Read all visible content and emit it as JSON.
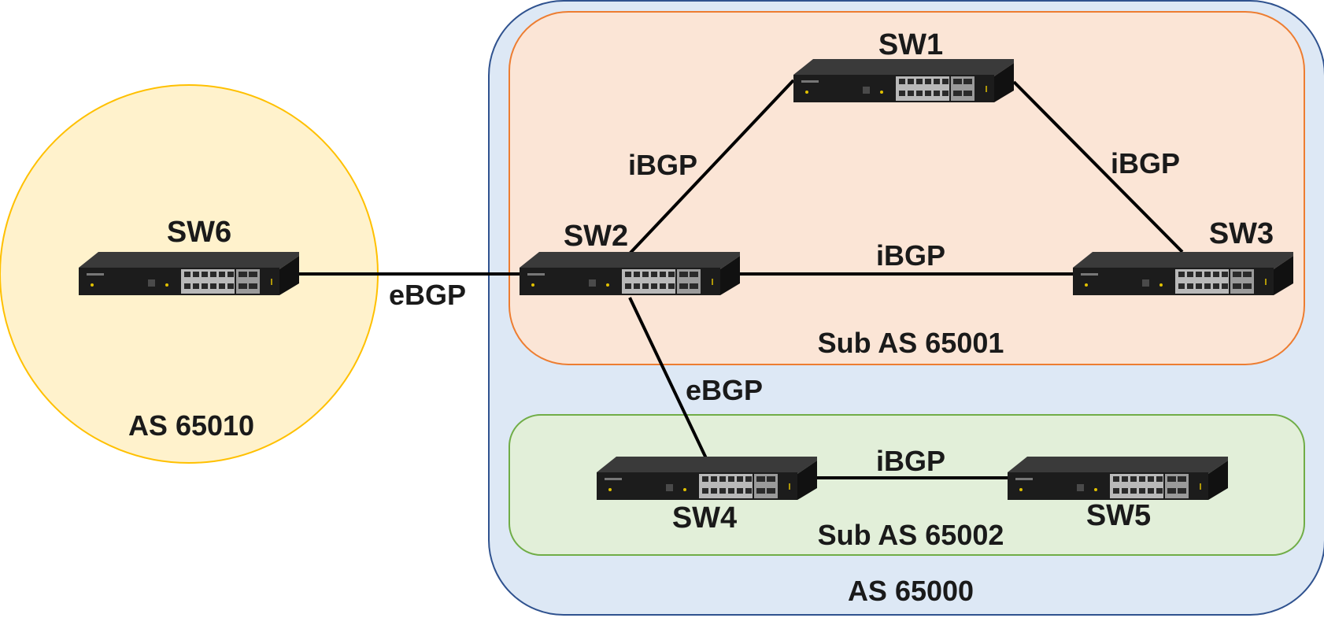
{
  "areas": {
    "as65000": {
      "label": "AS 65000",
      "fill": "#dde8f5",
      "stroke": "#2f528f"
    },
    "sub65001": {
      "label": "Sub AS 65001",
      "fill": "#fbe5d6",
      "stroke": "#ed7d31"
    },
    "sub65002": {
      "label": "Sub AS 65002",
      "fill": "#e2efd9",
      "stroke": "#70ad47"
    },
    "as65010": {
      "label": "AS 65010",
      "fill": "#fff2cc",
      "stroke": "#ffc000"
    }
  },
  "switches": {
    "sw1": {
      "label": "SW1"
    },
    "sw2": {
      "label": "SW2"
    },
    "sw3": {
      "label": "SW3"
    },
    "sw4": {
      "label": "SW4"
    },
    "sw5": {
      "label": "SW5"
    },
    "sw6": {
      "label": "SW6"
    }
  },
  "links": {
    "sw2_sw1": {
      "label": "iBGP"
    },
    "sw1_sw3": {
      "label": "iBGP"
    },
    "sw2_sw3": {
      "label": "iBGP"
    },
    "sw6_sw2": {
      "label": "eBGP"
    },
    "sw2_sw4": {
      "label": "eBGP"
    },
    "sw4_sw5": {
      "label": "iBGP"
    }
  },
  "colors": {
    "line": "#000000",
    "switch_body": "#1c1c1c",
    "port_panel": "#b9b9b9"
  }
}
